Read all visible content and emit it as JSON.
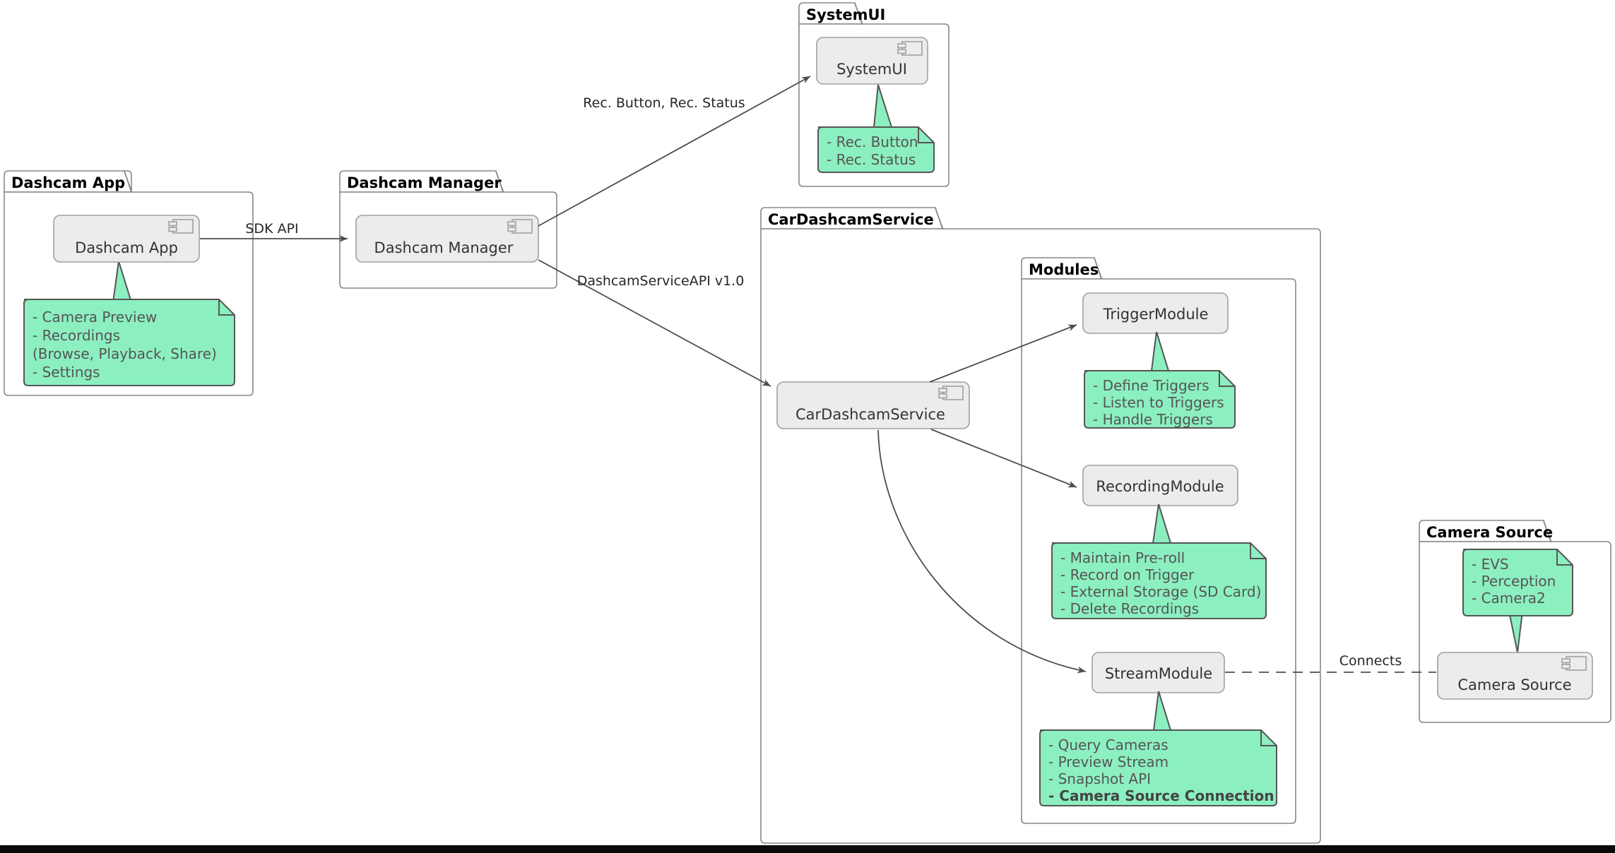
{
  "diagram": {
    "type": "uml-component-diagram",
    "title_visible": false,
    "colors": {
      "note_fill": "#8CEFC0",
      "note_border": "#555555",
      "component_fill": "#ECECEC",
      "component_border": "#A0A0A0",
      "package_border": "#888888",
      "edge": "#4D4D4D",
      "background": "#FFFFFF",
      "bottom_bar": "#0A0A0A"
    }
  },
  "packages": [
    {
      "id": "dashcam-app",
      "title": "Dashcam App",
      "component": {
        "label": "Dashcam App",
        "icon": "uml-component-icon"
      },
      "note": {
        "position": "below",
        "lines": [
          {
            "text": "- Camera Preview",
            "bold": false
          },
          {
            "text": "- Recordings",
            "bold": false
          },
          {
            "text": "  (Browse, Playback, Share)",
            "bold": false
          },
          {
            "text": "- Settings",
            "bold": false
          }
        ]
      }
    },
    {
      "id": "dashcam-manager",
      "title": "Dashcam Manager",
      "component": {
        "label": "Dashcam Manager",
        "icon": "uml-component-icon"
      },
      "note": null
    },
    {
      "id": "systemui",
      "title": "SystemUI",
      "component": {
        "label": "SystemUI",
        "icon": "uml-component-icon"
      },
      "note": {
        "position": "below",
        "lines": [
          {
            "text": "- Rec. Button",
            "bold": false
          },
          {
            "text": "- Rec. Status",
            "bold": false
          }
        ]
      }
    },
    {
      "id": "car-dashcam-service",
      "title": "CarDashcamService",
      "component": {
        "label": "CarDashcamService",
        "icon": "uml-component-icon"
      },
      "note": null,
      "nested_package": {
        "id": "modules",
        "title": "Modules",
        "components": [
          {
            "id": "trigger-module",
            "label": "TriggerModule",
            "note": {
              "position": "below",
              "lines": [
                {
                  "text": "- Define Triggers",
                  "bold": false
                },
                {
                  "text": "- Listen to Triggers",
                  "bold": false
                },
                {
                  "text": "- Handle Triggers",
                  "bold": false
                }
              ]
            }
          },
          {
            "id": "recording-module",
            "label": "RecordingModule",
            "note": {
              "position": "below",
              "lines": [
                {
                  "text": "- Maintain Pre-roll",
                  "bold": false
                },
                {
                  "text": "- Record on Trigger",
                  "bold": false
                },
                {
                  "text": "- External Storage (SD Card)",
                  "bold": false
                },
                {
                  "text": "- Delete Recordings",
                  "bold": false
                }
              ]
            }
          },
          {
            "id": "stream-module",
            "label": "StreamModule",
            "note": {
              "position": "below",
              "lines": [
                {
                  "text": "- Query Cameras",
                  "bold": false
                },
                {
                  "text": "- Preview Stream",
                  "bold": false
                },
                {
                  "text": "- Snapshot API",
                  "bold": false
                },
                {
                  "text": "- Camera Source Connection",
                  "bold": true
                }
              ]
            }
          }
        ]
      }
    },
    {
      "id": "camera-source",
      "title": "Camera Source",
      "component": {
        "label": "Camera Source",
        "icon": "uml-component-icon"
      },
      "note": {
        "position": "above",
        "lines": [
          {
            "text": "- EVS",
            "bold": false
          },
          {
            "text": "- Perception",
            "bold": false
          },
          {
            "text": "- Camera2",
            "bold": false
          }
        ]
      }
    }
  ],
  "edges": [
    {
      "id": "app-to-manager",
      "from": "Dashcam App",
      "to": "Dashcam Manager",
      "label": "SDK API",
      "style": "solid-arrow"
    },
    {
      "id": "manager-to-systemui",
      "from": "Dashcam Manager",
      "to": "SystemUI",
      "label": "Rec. Button, Rec. Status",
      "style": "solid-arrow"
    },
    {
      "id": "manager-to-service",
      "from": "Dashcam Manager",
      "to": "CarDashcamService",
      "label": "DashcamServiceAPI v1.0",
      "style": "solid-arrow"
    },
    {
      "id": "service-to-trigger",
      "from": "CarDashcamService",
      "to": "TriggerModule",
      "label": "",
      "style": "solid-arrow"
    },
    {
      "id": "service-to-recording",
      "from": "CarDashcamService",
      "to": "RecordingModule",
      "label": "",
      "style": "solid-arrow"
    },
    {
      "id": "service-to-stream",
      "from": "CarDashcamService",
      "to": "StreamModule",
      "label": "",
      "style": "solid-arrow-curved"
    },
    {
      "id": "stream-to-camera-source",
      "from": "StreamModule",
      "to": "Camera Source",
      "label": "Connects",
      "style": "dashed"
    }
  ]
}
